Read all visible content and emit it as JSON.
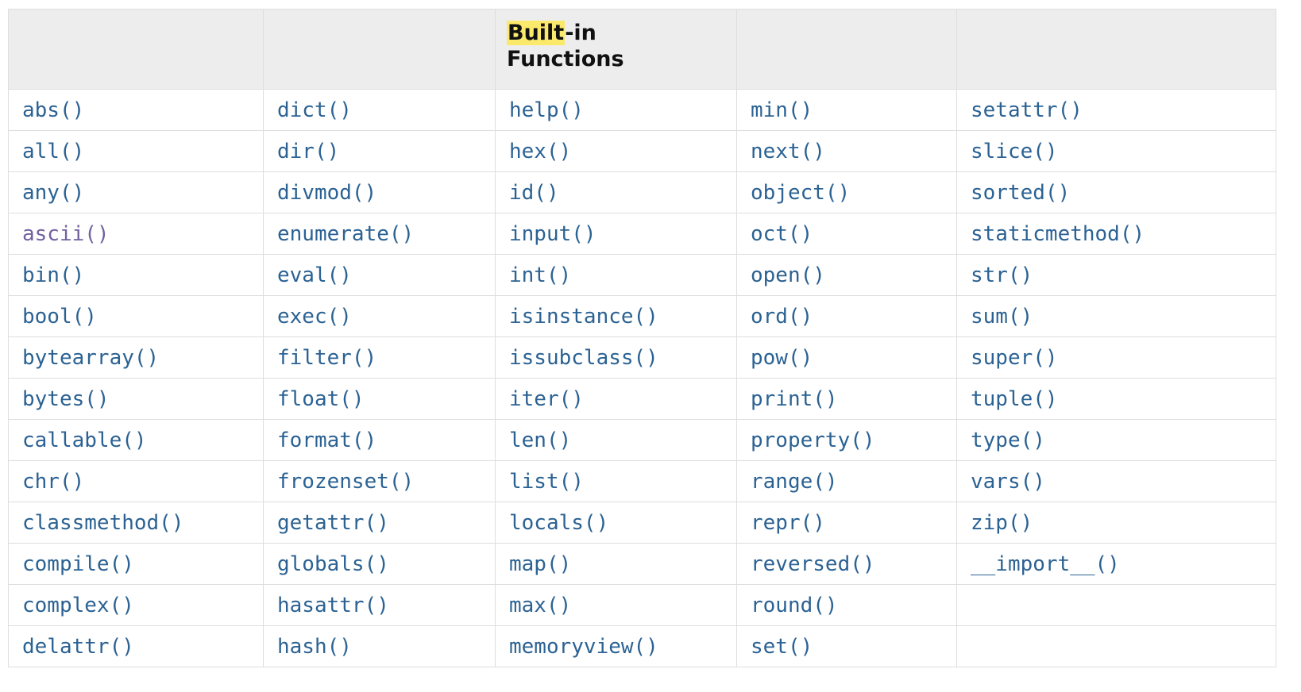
{
  "table": {
    "header": {
      "cells": [
        {
          "text": "",
          "highlight": ""
        },
        {
          "text": "",
          "highlight": ""
        },
        {
          "text": "Built-in Functions",
          "highlight": "Built",
          "rest": "-in Functions"
        },
        {
          "text": "",
          "highlight": ""
        },
        {
          "text": "",
          "highlight": ""
        }
      ],
      "title_highlighted": "Built",
      "title_rest": "-in Functions",
      "title_full": "Built-in Functions"
    },
    "columns": [
      {
        "index": 1,
        "items": [
          {
            "label": "abs()",
            "state": "link"
          },
          {
            "label": "all()",
            "state": "link"
          },
          {
            "label": "any()",
            "state": "link"
          },
          {
            "label": "ascii()",
            "state": "visited"
          },
          {
            "label": "bin()",
            "state": "link"
          },
          {
            "label": "bool()",
            "state": "link"
          },
          {
            "label": "bytearray()",
            "state": "link"
          },
          {
            "label": "bytes()",
            "state": "link"
          },
          {
            "label": "callable()",
            "state": "link"
          },
          {
            "label": "chr()",
            "state": "link"
          },
          {
            "label": "classmethod()",
            "state": "link"
          },
          {
            "label": "compile()",
            "state": "link"
          },
          {
            "label": "complex()",
            "state": "link"
          },
          {
            "label": "delattr()",
            "state": "link"
          }
        ]
      },
      {
        "index": 2,
        "items": [
          {
            "label": "dict()",
            "state": "link"
          },
          {
            "label": "dir()",
            "state": "link"
          },
          {
            "label": "divmod()",
            "state": "link"
          },
          {
            "label": "enumerate()",
            "state": "link"
          },
          {
            "label": "eval()",
            "state": "link"
          },
          {
            "label": "exec()",
            "state": "link"
          },
          {
            "label": "filter()",
            "state": "link"
          },
          {
            "label": "float()",
            "state": "link"
          },
          {
            "label": "format()",
            "state": "link"
          },
          {
            "label": "frozenset()",
            "state": "link"
          },
          {
            "label": "getattr()",
            "state": "link"
          },
          {
            "label": "globals()",
            "state": "link"
          },
          {
            "label": "hasattr()",
            "state": "link"
          },
          {
            "label": "hash()",
            "state": "link"
          }
        ]
      },
      {
        "index": 3,
        "items": [
          {
            "label": "help()",
            "state": "link"
          },
          {
            "label": "hex()",
            "state": "link"
          },
          {
            "label": "id()",
            "state": "link"
          },
          {
            "label": "input()",
            "state": "link"
          },
          {
            "label": "int()",
            "state": "link"
          },
          {
            "label": "isinstance()",
            "state": "link"
          },
          {
            "label": "issubclass()",
            "state": "link"
          },
          {
            "label": "iter()",
            "state": "link"
          },
          {
            "label": "len()",
            "state": "link"
          },
          {
            "label": "list()",
            "state": "link"
          },
          {
            "label": "locals()",
            "state": "link"
          },
          {
            "label": "map()",
            "state": "link"
          },
          {
            "label": "max()",
            "state": "link"
          },
          {
            "label": "memoryview()",
            "state": "link"
          }
        ]
      },
      {
        "index": 4,
        "items": [
          {
            "label": "min()",
            "state": "link"
          },
          {
            "label": "next()",
            "state": "link"
          },
          {
            "label": "object()",
            "state": "link"
          },
          {
            "label": "oct()",
            "state": "link"
          },
          {
            "label": "open()",
            "state": "link"
          },
          {
            "label": "ord()",
            "state": "link"
          },
          {
            "label": "pow()",
            "state": "link"
          },
          {
            "label": "print()",
            "state": "link"
          },
          {
            "label": "property()",
            "state": "link"
          },
          {
            "label": "range()",
            "state": "link"
          },
          {
            "label": "repr()",
            "state": "link"
          },
          {
            "label": "reversed()",
            "state": "link"
          },
          {
            "label": "round()",
            "state": "link"
          },
          {
            "label": "set()",
            "state": "link"
          }
        ]
      },
      {
        "index": 5,
        "items": [
          {
            "label": "setattr()",
            "state": "link"
          },
          {
            "label": "slice()",
            "state": "link"
          },
          {
            "label": "sorted()",
            "state": "link"
          },
          {
            "label": "staticmethod()",
            "state": "link"
          },
          {
            "label": "str()",
            "state": "link"
          },
          {
            "label": "sum()",
            "state": "link"
          },
          {
            "label": "super()",
            "state": "link"
          },
          {
            "label": "tuple()",
            "state": "link"
          },
          {
            "label": "type()",
            "state": "link"
          },
          {
            "label": "vars()",
            "state": "link"
          },
          {
            "label": "zip()",
            "state": "link"
          },
          {
            "label": "__import__()",
            "state": "link"
          },
          {
            "label": "",
            "state": "empty"
          },
          {
            "label": "",
            "state": "empty"
          }
        ]
      }
    ],
    "row_count": 14,
    "column_count": 5
  },
  "colors": {
    "link": "#2b6293",
    "visited": "#7161a0",
    "highlight_bg": "#fae96b",
    "header_bg": "#ededed",
    "border": "#dedede",
    "page_bg": "#ffffff",
    "header_text": "#111111"
  }
}
